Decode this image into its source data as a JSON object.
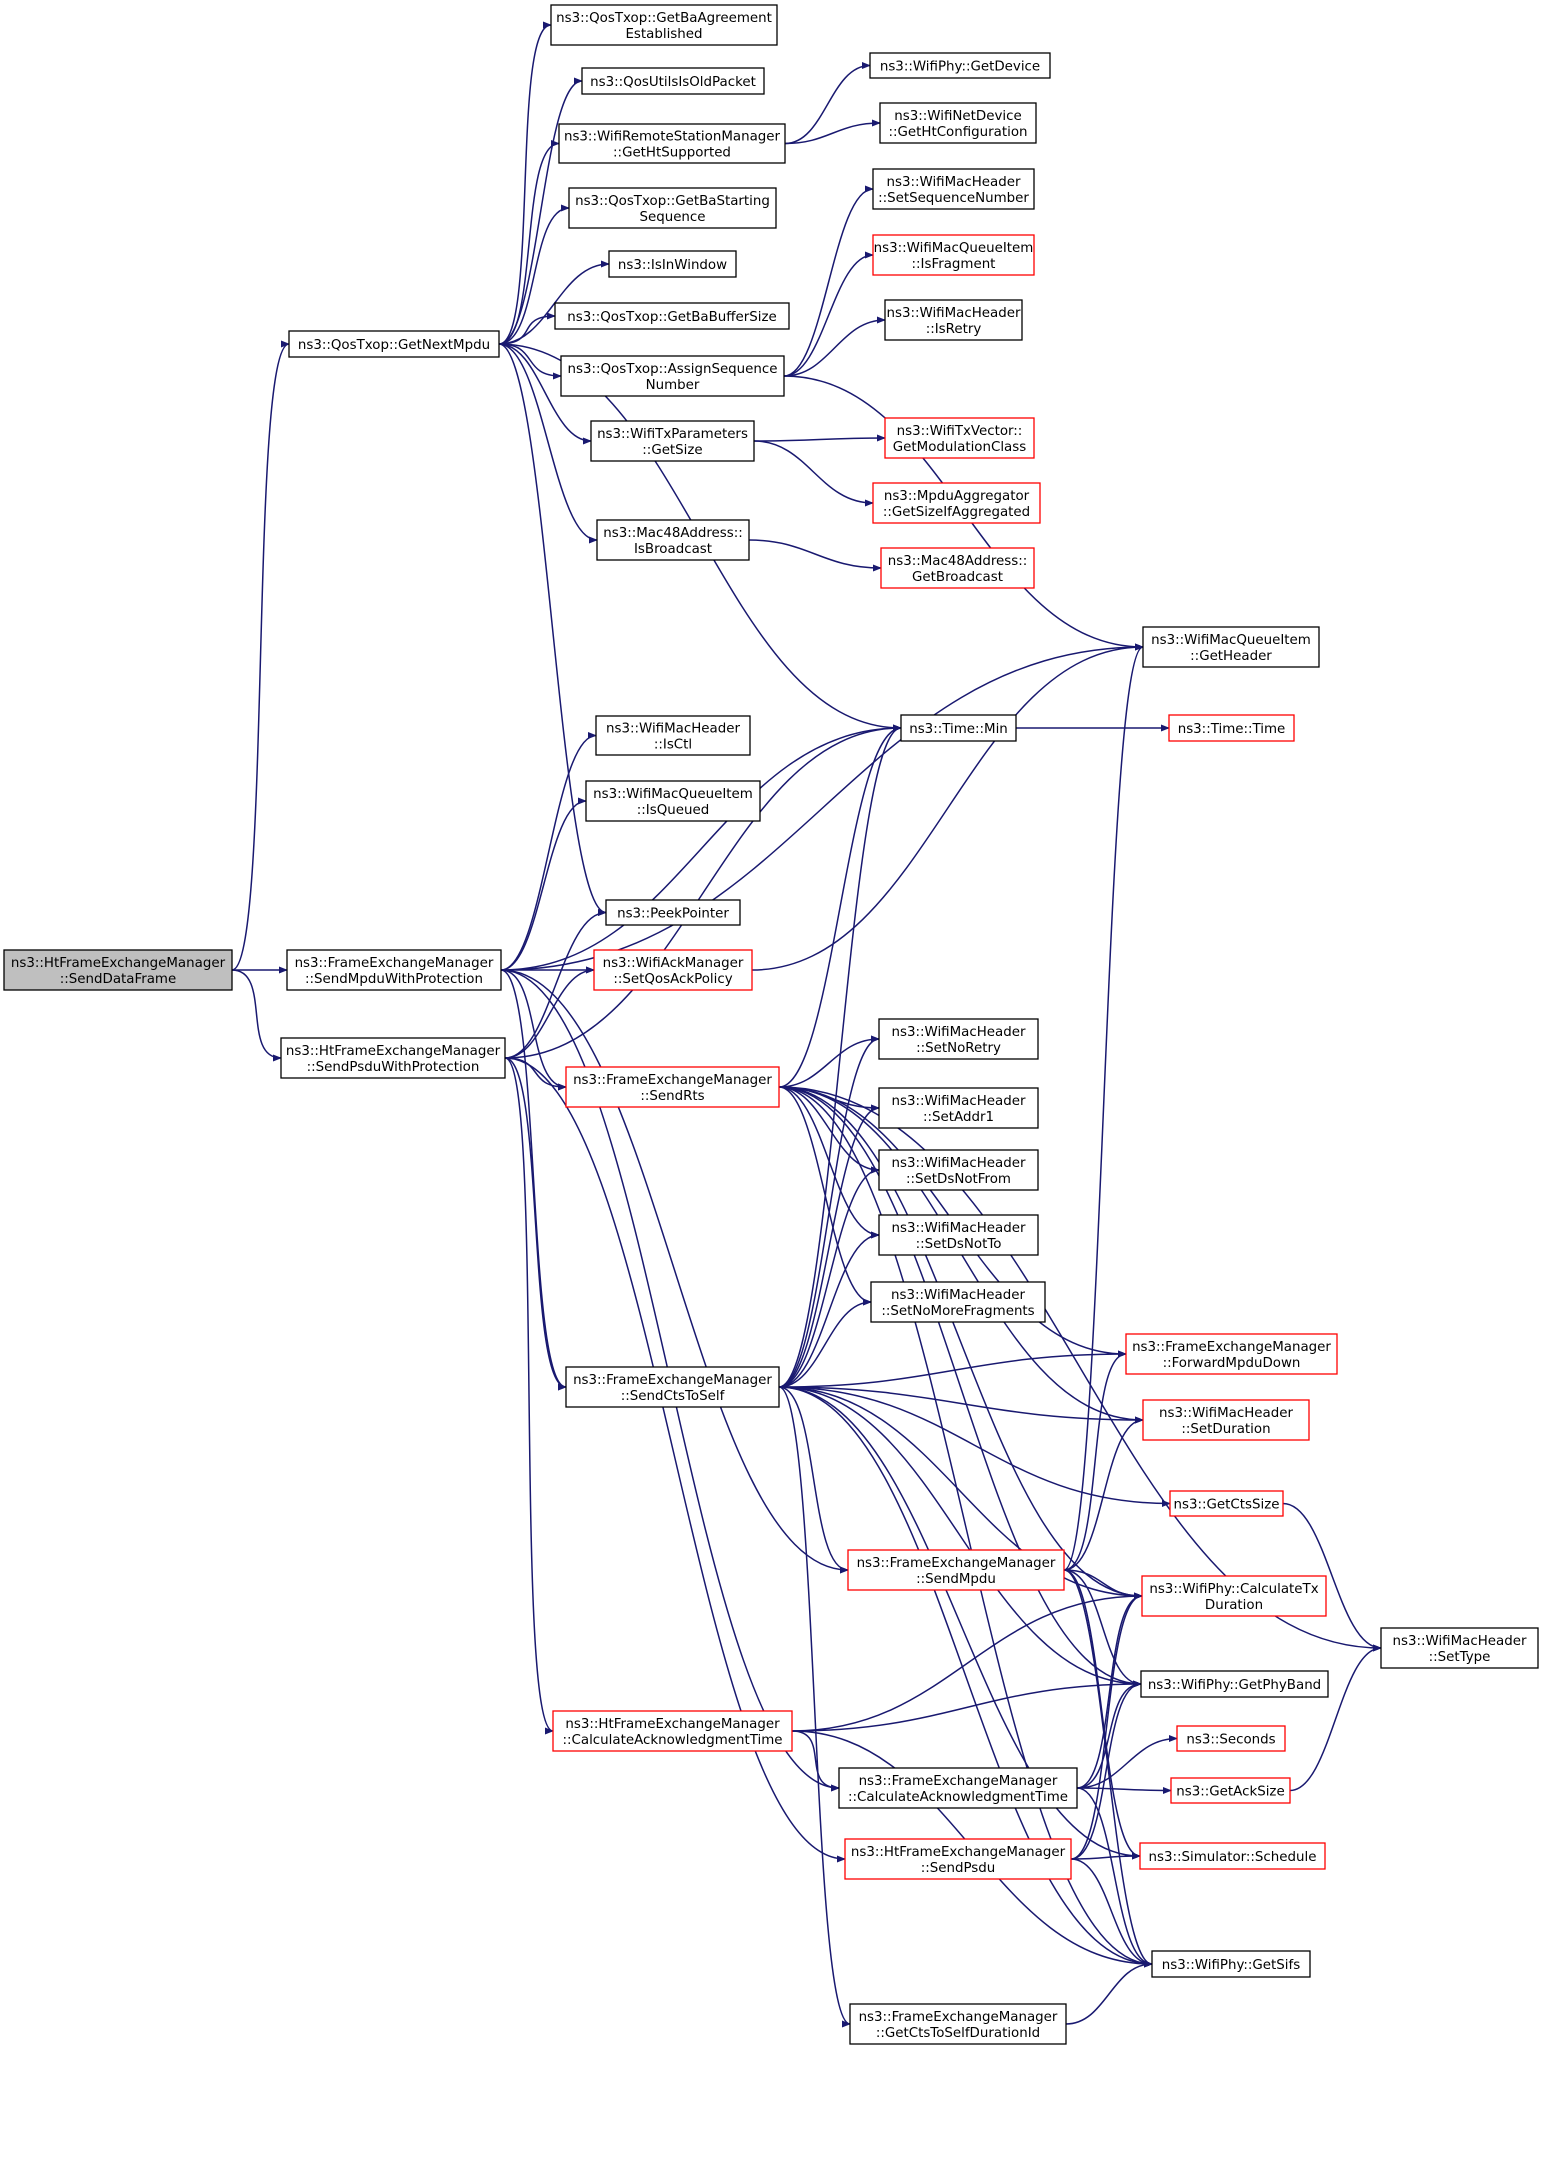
{
  "diagram": {
    "type": "call-graph",
    "colors": {
      "edge": "#191970",
      "box_border": "#000000",
      "box_border_truncated": "#ff0000",
      "root_fill": "#bfbfbf"
    },
    "nodes": [
      {
        "id": "root",
        "lines": [
          "ns3::HtFrameExchangeManager",
          "::SendDataFrame"
        ],
        "style": "root"
      },
      {
        "id": "getNextMpdu",
        "lines": [
          "ns3::QosTxop::GetNextMpdu"
        ],
        "style": "normal"
      },
      {
        "id": "sendMpduProt",
        "lines": [
          "ns3::FrameExchangeManager",
          "::SendMpduWithProtection"
        ],
        "style": "normal"
      },
      {
        "id": "sendPsduProt",
        "lines": [
          "ns3::HtFrameExchangeManager",
          "::SendPsduWithProtection"
        ],
        "style": "normal"
      },
      {
        "id": "getBaAgree",
        "lines": [
          "ns3::QosTxop::GetBaAgreement",
          "Established"
        ],
        "style": "normal"
      },
      {
        "id": "qosUtilsOld",
        "lines": [
          "ns3::QosUtilsIsOldPacket"
        ],
        "style": "normal"
      },
      {
        "id": "getHtSupported",
        "lines": [
          "ns3::WifiRemoteStationManager",
          "::GetHtSupported"
        ],
        "style": "normal"
      },
      {
        "id": "getBaStart",
        "lines": [
          "ns3::QosTxop::GetBaStarting",
          "Sequence"
        ],
        "style": "normal"
      },
      {
        "id": "isInWindow",
        "lines": [
          "ns3::IsInWindow"
        ],
        "style": "normal"
      },
      {
        "id": "getBaBuf",
        "lines": [
          "ns3::QosTxop::GetBaBufferSize"
        ],
        "style": "normal"
      },
      {
        "id": "assignSeq",
        "lines": [
          "ns3::QosTxop::AssignSequence",
          "Number"
        ],
        "style": "normal"
      },
      {
        "id": "txParamsSize",
        "lines": [
          "ns3::WifiTxParameters",
          "::GetSize"
        ],
        "style": "normal"
      },
      {
        "id": "macIsBroadcast",
        "lines": [
          "ns3::Mac48Address::",
          "IsBroadcast"
        ],
        "style": "normal"
      },
      {
        "id": "phyGetDevice",
        "lines": [
          "ns3::WifiPhy::GetDevice"
        ],
        "style": "normal"
      },
      {
        "id": "getHtConfig",
        "lines": [
          "ns3::WifiNetDevice",
          "::GetHtConfiguration"
        ],
        "style": "normal"
      },
      {
        "id": "setSeqNum",
        "lines": [
          "ns3::WifiMacHeader",
          "::SetSequenceNumber"
        ],
        "style": "normal"
      },
      {
        "id": "isFragment",
        "lines": [
          "ns3::WifiMacQueueItem",
          "::IsFragment"
        ],
        "style": "truncated"
      },
      {
        "id": "isRetry",
        "lines": [
          "ns3::WifiMacHeader",
          "::IsRetry"
        ],
        "style": "normal"
      },
      {
        "id": "getModClass",
        "lines": [
          "ns3::WifiTxVector::",
          "GetModulationClass"
        ],
        "style": "truncated"
      },
      {
        "id": "getSizeIfAgg",
        "lines": [
          "ns3::MpduAggregator",
          "::GetSizeIfAggregated"
        ],
        "style": "truncated"
      },
      {
        "id": "getBroadcast",
        "lines": [
          "ns3::Mac48Address::",
          "GetBroadcast"
        ],
        "style": "truncated"
      },
      {
        "id": "queueGetHeader",
        "lines": [
          "ns3::WifiMacQueueItem",
          "::GetHeader"
        ],
        "style": "normal"
      },
      {
        "id": "isCtl",
        "lines": [
          "ns3::WifiMacHeader",
          "::IsCtl"
        ],
        "style": "normal"
      },
      {
        "id": "isQueued",
        "lines": [
          "ns3::WifiMacQueueItem",
          "::IsQueued"
        ],
        "style": "normal"
      },
      {
        "id": "peekPointer",
        "lines": [
          "ns3::PeekPointer"
        ],
        "style": "normal"
      },
      {
        "id": "setQosAck",
        "lines": [
          "ns3::WifiAckManager",
          "::SetQosAckPolicy"
        ],
        "style": "truncated"
      },
      {
        "id": "timeMin",
        "lines": [
          "ns3::Time::Min"
        ],
        "style": "normal"
      },
      {
        "id": "timeTime",
        "lines": [
          "ns3::Time::Time"
        ],
        "style": "truncated"
      },
      {
        "id": "sendRts",
        "lines": [
          "ns3::FrameExchangeManager",
          "::SendRts"
        ],
        "style": "truncated"
      },
      {
        "id": "setNoRetry",
        "lines": [
          "ns3::WifiMacHeader",
          "::SetNoRetry"
        ],
        "style": "normal"
      },
      {
        "id": "setAddr1",
        "lines": [
          "ns3::WifiMacHeader",
          "::SetAddr1"
        ],
        "style": "normal"
      },
      {
        "id": "setDsNotFrom",
        "lines": [
          "ns3::WifiMacHeader",
          "::SetDsNotFrom"
        ],
        "style": "normal"
      },
      {
        "id": "setDsNotTo",
        "lines": [
          "ns3::WifiMacHeader",
          "::SetDsNotTo"
        ],
        "style": "normal"
      },
      {
        "id": "setNoMoreFrag",
        "lines": [
          "ns3::WifiMacHeader",
          "::SetNoMoreFragments"
        ],
        "style": "normal"
      },
      {
        "id": "sendCtsToSelf",
        "lines": [
          "ns3::FrameExchangeManager",
          "::SendCtsToSelf"
        ],
        "style": "normal"
      },
      {
        "id": "forwardMpduDown",
        "lines": [
          "ns3::FrameExchangeManager",
          "::ForwardMpduDown"
        ],
        "style": "truncated"
      },
      {
        "id": "setDuration",
        "lines": [
          "ns3::WifiMacHeader",
          "::SetDuration"
        ],
        "style": "truncated"
      },
      {
        "id": "getCtsSize",
        "lines": [
          "ns3::GetCtsSize"
        ],
        "style": "truncated"
      },
      {
        "id": "sendMpdu",
        "lines": [
          "ns3::FrameExchangeManager",
          "::SendMpdu"
        ],
        "style": "truncated"
      },
      {
        "id": "calcTxDur",
        "lines": [
          "ns3::WifiPhy::CalculateTx",
          "Duration"
        ],
        "style": "truncated"
      },
      {
        "id": "setType",
        "lines": [
          "ns3::WifiMacHeader",
          "::SetType"
        ],
        "style": "normal"
      },
      {
        "id": "getPhyBand",
        "lines": [
          "ns3::WifiPhy::GetPhyBand"
        ],
        "style": "normal"
      },
      {
        "id": "htCalcAck",
        "lines": [
          "ns3::HtFrameExchangeManager",
          "::CalculateAcknowledgmentTime"
        ],
        "style": "truncated"
      },
      {
        "id": "seconds",
        "lines": [
          "ns3::Seconds"
        ],
        "style": "truncated"
      },
      {
        "id": "femCalcAck",
        "lines": [
          "ns3::FrameExchangeManager",
          "::CalculateAcknowledgmentTime"
        ],
        "style": "normal"
      },
      {
        "id": "getAckSize",
        "lines": [
          "ns3::GetAckSize"
        ],
        "style": "truncated"
      },
      {
        "id": "htSendPsdu",
        "lines": [
          "ns3::HtFrameExchangeManager",
          "::SendPsdu"
        ],
        "style": "truncated"
      },
      {
        "id": "simSchedule",
        "lines": [
          "ns3::Simulator::Schedule"
        ],
        "style": "truncated"
      },
      {
        "id": "getSifs",
        "lines": [
          "ns3::WifiPhy::GetSifs"
        ],
        "style": "normal"
      },
      {
        "id": "ctsToSelfDur",
        "lines": [
          "ns3::FrameExchangeManager",
          "::GetCtsToSelfDurationId"
        ],
        "style": "normal"
      }
    ],
    "edges": [
      [
        "root",
        "getNextMpdu"
      ],
      [
        "root",
        "sendMpduProt"
      ],
      [
        "root",
        "sendPsduProt"
      ],
      [
        "getNextMpdu",
        "getBaAgree"
      ],
      [
        "getNextMpdu",
        "qosUtilsOld"
      ],
      [
        "getNextMpdu",
        "getHtSupported"
      ],
      [
        "getNextMpdu",
        "getBaStart"
      ],
      [
        "getNextMpdu",
        "isInWindow"
      ],
      [
        "getNextMpdu",
        "getBaBuf"
      ],
      [
        "getNextMpdu",
        "assignSeq"
      ],
      [
        "getNextMpdu",
        "txParamsSize"
      ],
      [
        "getNextMpdu",
        "macIsBroadcast"
      ],
      [
        "getNextMpdu",
        "timeMin"
      ],
      [
        "getNextMpdu",
        "peekPointer"
      ],
      [
        "getHtSupported",
        "phyGetDevice"
      ],
      [
        "getHtSupported",
        "getHtConfig"
      ],
      [
        "assignSeq",
        "setSeqNum"
      ],
      [
        "assignSeq",
        "isFragment"
      ],
      [
        "assignSeq",
        "isRetry"
      ],
      [
        "assignSeq",
        "queueGetHeader"
      ],
      [
        "txParamsSize",
        "getModClass"
      ],
      [
        "txParamsSize",
        "getSizeIfAgg"
      ],
      [
        "macIsBroadcast",
        "getBroadcast"
      ],
      [
        "timeMin",
        "timeTime"
      ],
      [
        "sendMpduProt",
        "queueGetHeader"
      ],
      [
        "sendMpduProt",
        "isCtl"
      ],
      [
        "sendMpduProt",
        "isQueued"
      ],
      [
        "sendMpduProt",
        "timeMin"
      ],
      [
        "sendMpduProt",
        "setQosAck"
      ],
      [
        "sendMpduProt",
        "sendRts"
      ],
      [
        "sendMpduProt",
        "sendCtsToSelf"
      ],
      [
        "sendMpduProt",
        "sendMpdu"
      ],
      [
        "sendMpduProt",
        "femCalcAck"
      ],
      [
        "sendPsduProt",
        "peekPointer"
      ],
      [
        "sendPsduProt",
        "setQosAck"
      ],
      [
        "sendPsduProt",
        "timeMin"
      ],
      [
        "sendPsduProt",
        "sendRts"
      ],
      [
        "sendPsduProt",
        "sendCtsToSelf"
      ],
      [
        "sendPsduProt",
        "htCalcAck"
      ],
      [
        "sendPsduProt",
        "htSendPsdu"
      ],
      [
        "setQosAck",
        "queueGetHeader"
      ],
      [
        "sendRts",
        "timeMin"
      ],
      [
        "sendRts",
        "setType"
      ],
      [
        "sendRts",
        "forwardMpduDown"
      ],
      [
        "sendRts",
        "setDuration"
      ],
      [
        "sendRts",
        "calcTxDur"
      ],
      [
        "sendRts",
        "getPhyBand"
      ],
      [
        "sendRts",
        "setNoRetry"
      ],
      [
        "sendRts",
        "setAddr1"
      ],
      [
        "sendRts",
        "setDsNotFrom"
      ],
      [
        "sendRts",
        "setDsNotTo"
      ],
      [
        "sendRts",
        "setNoMoreFrag"
      ],
      [
        "sendRts",
        "getSifs"
      ],
      [
        "sendCtsToSelf",
        "timeMin"
      ],
      [
        "sendCtsToSelf",
        "setNoRetry"
      ],
      [
        "sendCtsToSelf",
        "setAddr1"
      ],
      [
        "sendCtsToSelf",
        "setDsNotFrom"
      ],
      [
        "sendCtsToSelf",
        "setDsNotTo"
      ],
      [
        "sendCtsToSelf",
        "setNoMoreFrag"
      ],
      [
        "sendCtsToSelf",
        "forwardMpduDown"
      ],
      [
        "sendCtsToSelf",
        "setDuration"
      ],
      [
        "sendCtsToSelf",
        "getCtsSize"
      ],
      [
        "sendCtsToSelf",
        "calcTxDur"
      ],
      [
        "sendCtsToSelf",
        "getPhyBand"
      ],
      [
        "sendCtsToSelf",
        "simSchedule"
      ],
      [
        "sendCtsToSelf",
        "getSifs"
      ],
      [
        "sendCtsToSelf",
        "ctsToSelfDur"
      ],
      [
        "sendCtsToSelf",
        "sendMpdu"
      ],
      [
        "sendMpdu",
        "queueGetHeader"
      ],
      [
        "sendMpdu",
        "forwardMpduDown"
      ],
      [
        "sendMpdu",
        "setDuration"
      ],
      [
        "sendMpdu",
        "calcTxDur"
      ],
      [
        "sendMpdu",
        "getPhyBand"
      ],
      [
        "sendMpdu",
        "simSchedule"
      ],
      [
        "sendMpdu",
        "getSifs"
      ],
      [
        "getCtsSize",
        "setType"
      ],
      [
        "getAckSize",
        "setType"
      ],
      [
        "htCalcAck",
        "calcTxDur"
      ],
      [
        "htCalcAck",
        "getPhyBand"
      ],
      [
        "htCalcAck",
        "femCalcAck"
      ],
      [
        "htCalcAck",
        "getSifs"
      ],
      [
        "femCalcAck",
        "calcTxDur"
      ],
      [
        "femCalcAck",
        "getPhyBand"
      ],
      [
        "femCalcAck",
        "seconds"
      ],
      [
        "femCalcAck",
        "getAckSize"
      ],
      [
        "femCalcAck",
        "getSifs"
      ],
      [
        "htSendPsdu",
        "calcTxDur"
      ],
      [
        "htSendPsdu",
        "getPhyBand"
      ],
      [
        "htSendPsdu",
        "simSchedule"
      ],
      [
        "htSendPsdu",
        "getSifs"
      ],
      [
        "ctsToSelfDur",
        "getSifs"
      ]
    ]
  }
}
